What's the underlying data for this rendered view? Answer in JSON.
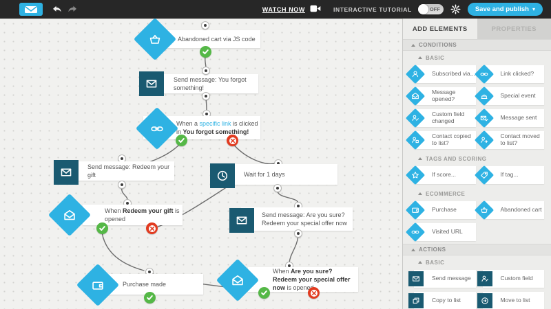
{
  "topbar": {
    "watch_now": "WATCH NOW",
    "interactive_tutorial": "INTERACTIVE TUTORIAL",
    "toggle_state": "OFF",
    "save_button": "Save and publish",
    "accent_color": "#2eb2e3",
    "bar_color": "#272727"
  },
  "canvas": {
    "n1": {
      "icon": "basket-icon",
      "segments": [
        {
          "t": "Abandoned cart via JS code"
        }
      ]
    },
    "n2": {
      "icon": "envelope-icon",
      "segments": [
        {
          "t": "Send message: You forgot something!"
        }
      ]
    },
    "n3": {
      "icon": "link-icon",
      "segments": [
        {
          "t": "When a "
        },
        {
          "t": "specific link",
          "link": true
        },
        {
          "t": " is clicked in "
        },
        {
          "t": "You forgot something!",
          "bold": true
        }
      ]
    },
    "n4": {
      "icon": "envelope-icon",
      "segments": [
        {
          "t": "Send message: Redeem your gift"
        }
      ]
    },
    "n5": {
      "icon": "clock-icon",
      "segments": [
        {
          "t": "Wait for 1 days"
        }
      ]
    },
    "n6": {
      "icon": "envelope-open-icon",
      "segments": [
        {
          "t": "When "
        },
        {
          "t": "Redeem your gift",
          "bold": true
        },
        {
          "t": " is opened"
        }
      ]
    },
    "n7": {
      "icon": "envelope-icon",
      "segments": [
        {
          "t": "Send message: Are you sure? Redeem your special offer now"
        }
      ]
    },
    "n8": {
      "icon": "wallet-icon",
      "segments": [
        {
          "t": "Purchase made"
        }
      ]
    },
    "n9": {
      "icon": "envelope-open-icon",
      "segments": [
        {
          "t": "When "
        },
        {
          "t": "Are you sure? Redeem your special offer now",
          "bold": true
        },
        {
          "t": " is opened"
        }
      ]
    },
    "node_colors": {
      "diamond": "#2eb2e3",
      "square": "#1a5a71",
      "success": "#55b847",
      "failure": "#e23b20"
    }
  },
  "sidebar": {
    "tab_add": "ADD ELEMENTS",
    "tab_properties": "PROPERTIES",
    "sec_conditions": "CONDITIONS",
    "sub_basic_conditions": "BASIC",
    "items_cond": [
      {
        "label": "Subscribed via...",
        "icon": "person-icon"
      },
      {
        "label": "Link clicked?",
        "icon": "link-icon"
      },
      {
        "label": "Message opened?",
        "icon": "envelope-open-icon"
      },
      {
        "label": "Special event",
        "icon": "cake-icon"
      },
      {
        "label": "Custom field changed",
        "icon": "person-edit-icon"
      },
      {
        "label": "Message sent",
        "icon": "envelope-sent-icon"
      },
      {
        "label": "Contact copied to list?",
        "icon": "person-copy-icon"
      },
      {
        "label": "Contact moved to list?",
        "icon": "person-move-icon"
      }
    ],
    "sec_tags": "TAGS AND SCORING",
    "items_tags": [
      {
        "label": "If score...",
        "icon": "star-icon"
      },
      {
        "label": "If tag...",
        "icon": "tag-icon"
      }
    ],
    "sec_ecommerce": "ECOMMERCE",
    "items_ecom": [
      {
        "label": "Purchase",
        "icon": "wallet-icon"
      },
      {
        "label": "Abandoned cart",
        "icon": "basket-icon"
      },
      {
        "label": "Visited URL",
        "icon": "link-icon"
      }
    ],
    "sec_actions": "ACTIONS",
    "sub_basic_actions": "BASIC",
    "items_actions": [
      {
        "label": "Send message",
        "icon": "envelope-icon"
      },
      {
        "label": "Custom field",
        "icon": "person-icon"
      },
      {
        "label": "Copy to list",
        "icon": "copy-icon"
      },
      {
        "label": "Move to list",
        "icon": "move-icon"
      }
    ]
  }
}
